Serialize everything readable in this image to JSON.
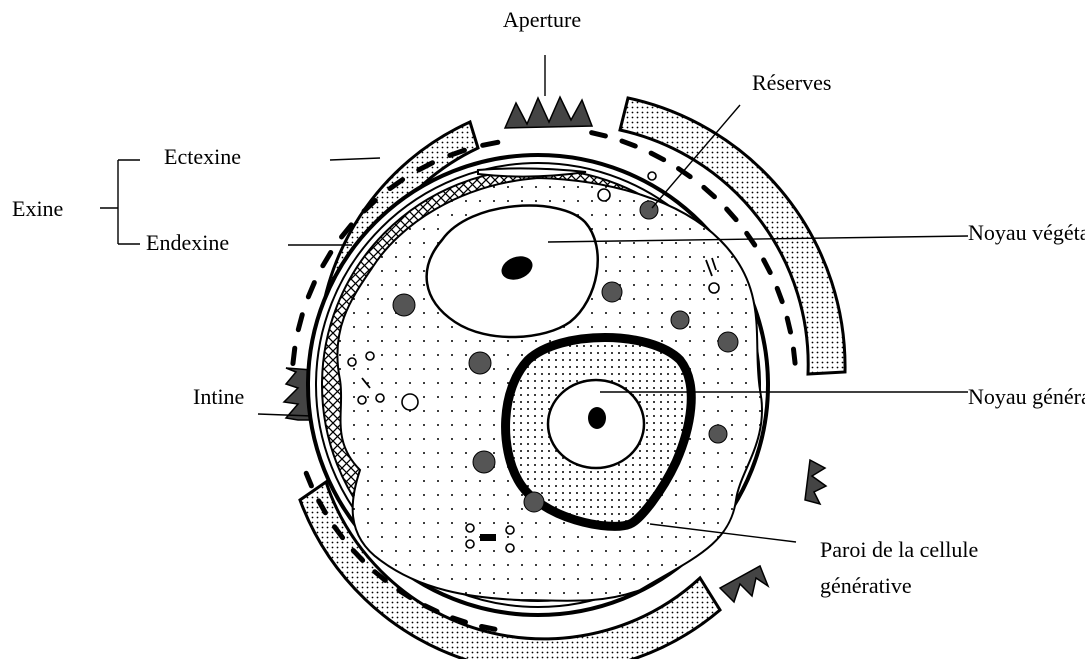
{
  "diagram": {
    "labels": {
      "aperture": "Aperture",
      "reserves": "Réserves",
      "ectexine": "Ectexine",
      "exine": "Exine",
      "endexine": "Endexine",
      "noyau_vegetatif": "Noyau végétatif",
      "intine": "Intine",
      "noyau_generatif": "Noyau génératif",
      "paroi_line1": "Paroi de la cellule",
      "paroi_line2": "générative"
    },
    "colors": {
      "ink": "#000000",
      "background": "#ffffff"
    }
  }
}
